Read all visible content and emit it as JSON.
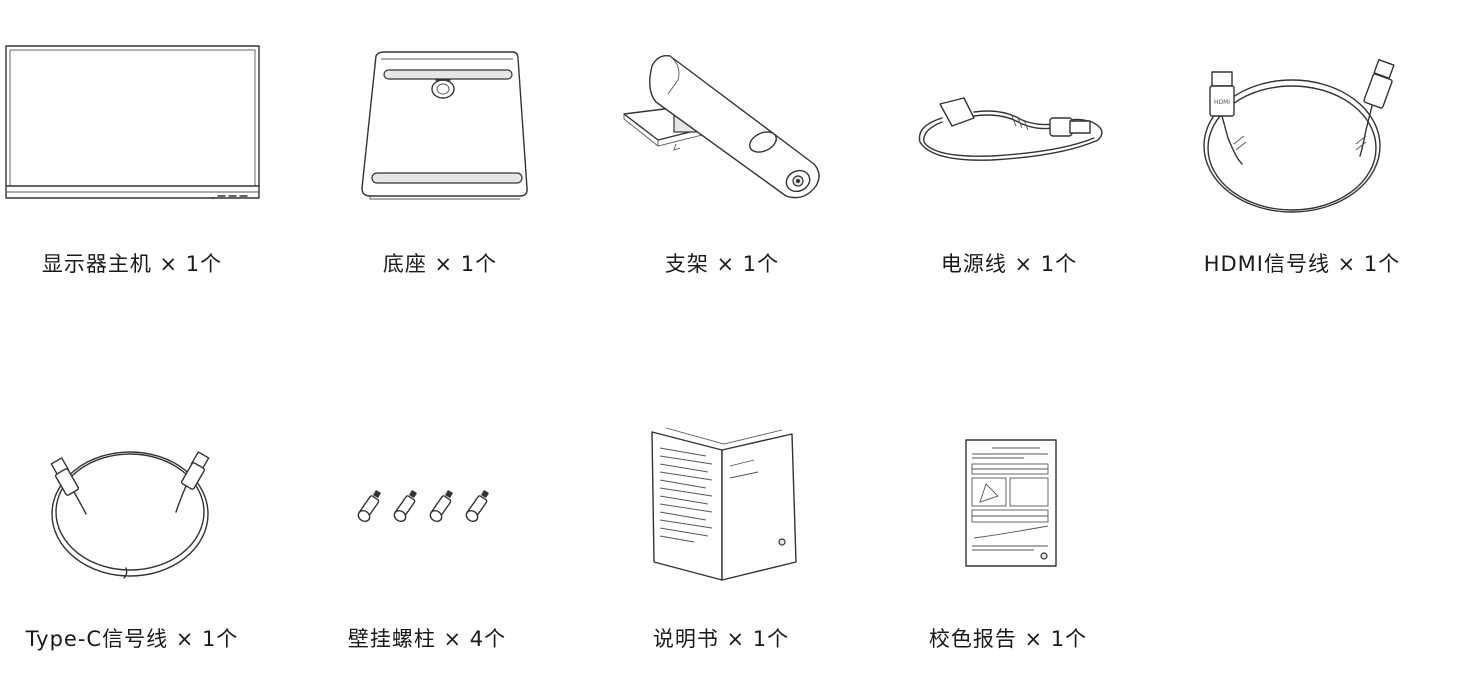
{
  "items": [
    {
      "id": "monitor",
      "label": "显示器主机 × 1个",
      "icon": "monitor-icon"
    },
    {
      "id": "base",
      "label": "底座 × 1个",
      "icon": "stand-base-icon"
    },
    {
      "id": "stand",
      "label": "支架 × 1个",
      "icon": "stand-arm-icon"
    },
    {
      "id": "power",
      "label": "电源线 × 1个",
      "icon": "power-cable-icon"
    },
    {
      "id": "hdmi",
      "label": "HDMI信号线 × 1个",
      "icon": "hdmi-cable-icon",
      "connector_text": "HDMI"
    },
    {
      "id": "typec",
      "label": "Type-C信号线 × 1个",
      "icon": "type-c-cable-icon"
    },
    {
      "id": "screws",
      "label": "壁挂螺柱 × 4个",
      "icon": "wall-mount-screws-icon"
    },
    {
      "id": "manual",
      "label": "说明书 × 1个",
      "icon": "manual-booklet-icon"
    },
    {
      "id": "report",
      "label": "校色报告 × 1个",
      "icon": "calibration-report-icon"
    }
  ]
}
